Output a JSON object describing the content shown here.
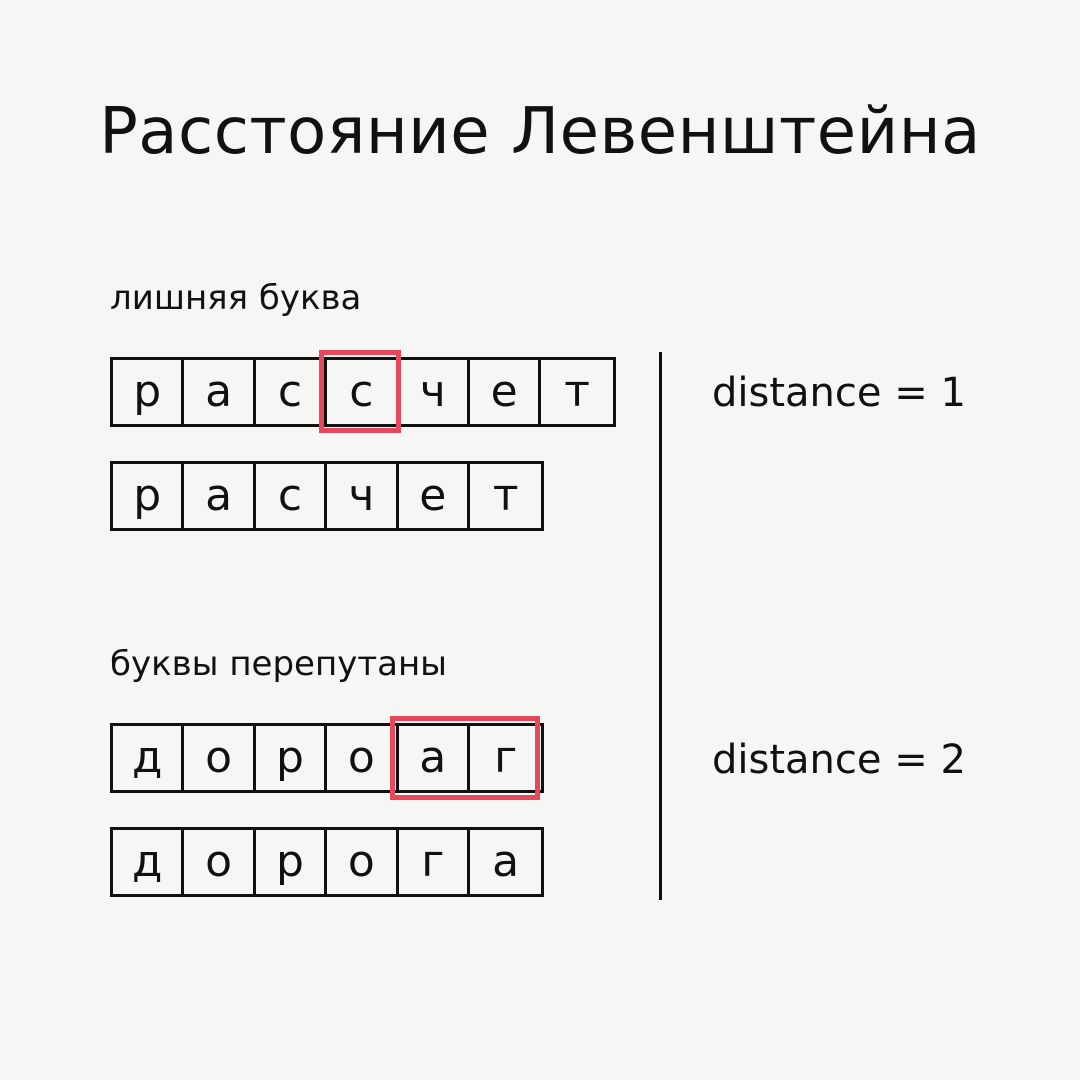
{
  "title": "Расстояние Левенштейна",
  "examples": [
    {
      "label": "лишняя буква",
      "word_a": [
        "р",
        "а",
        "с",
        "с",
        "ч",
        "е",
        "т"
      ],
      "word_b": [
        "р",
        "а",
        "с",
        "ч",
        "е",
        "т"
      ],
      "distance_text": "distance = 1"
    },
    {
      "label": "буквы перепутаны",
      "word_a": [
        "д",
        "о",
        "р",
        "о",
        "а",
        "г"
      ],
      "word_b": [
        "д",
        "о",
        "р",
        "о",
        "г",
        "а"
      ],
      "distance_text": "distance = 2"
    }
  ],
  "colors": {
    "highlight": "#e8485c",
    "ink": "#111111",
    "background": "#f6f6f4"
  }
}
